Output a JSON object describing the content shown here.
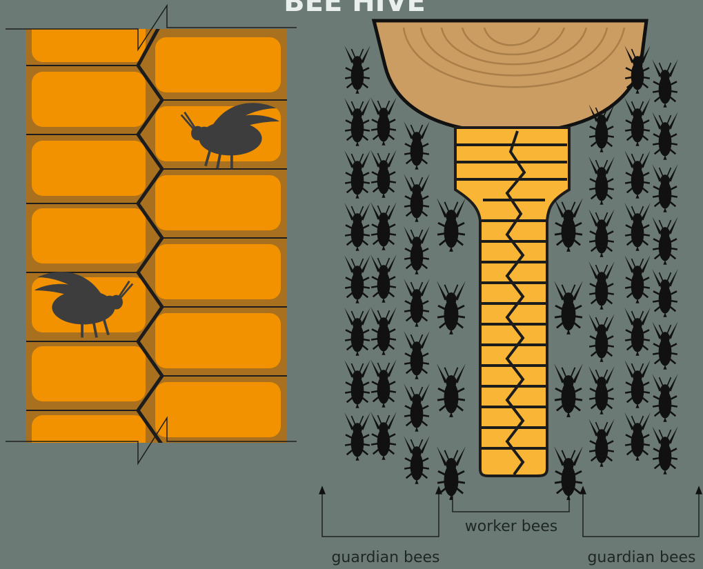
{
  "title": "BEE HIVE",
  "labels": {
    "worker": "worker bees",
    "guardian_left": "guardian bees",
    "guardian_right": "guardian bees"
  },
  "colors": {
    "background": "#6b7a74",
    "cell_fill": "#f29200",
    "cell_wall": "#a8701f",
    "comb_stroke": "#1c1c1c",
    "comb_yellow": "#f8b536",
    "wood": "#cc9d62",
    "bee_silhouette": "#111111",
    "bee_cell": "#3d3d3d",
    "text": "#1f2724"
  },
  "icons": {
    "bee": "bee-icon",
    "wood_slice": "wood-slice-icon",
    "arrow": "arrow-up-icon"
  }
}
